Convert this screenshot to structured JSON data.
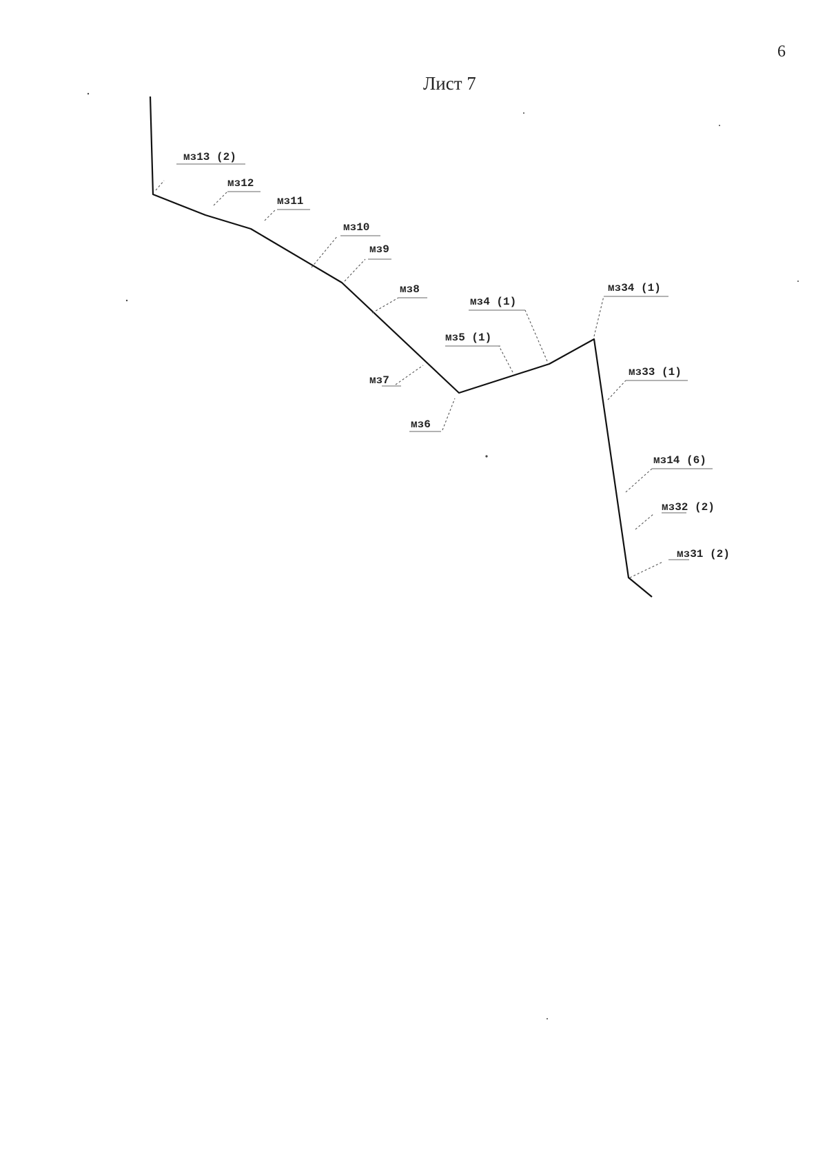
{
  "page": {
    "number": "6",
    "title": "Лист 7"
  },
  "labels": {
    "mz13": "мз13 (2)",
    "mz12": "мз12",
    "mz11": "мз11",
    "mz10": "мз10",
    "mz9": "мз9",
    "mz8": "мз8",
    "mz7": "мз7",
    "mz6": "мз6",
    "mz5": "мз5 (1)",
    "mz4": "мз4 (1)",
    "mz34": "мз34 (1)",
    "mz33": "мз33 (1)",
    "mz14": "мз14 (6)",
    "mz32": "мз32 (2)",
    "mz31": "мз31 (2)"
  }
}
